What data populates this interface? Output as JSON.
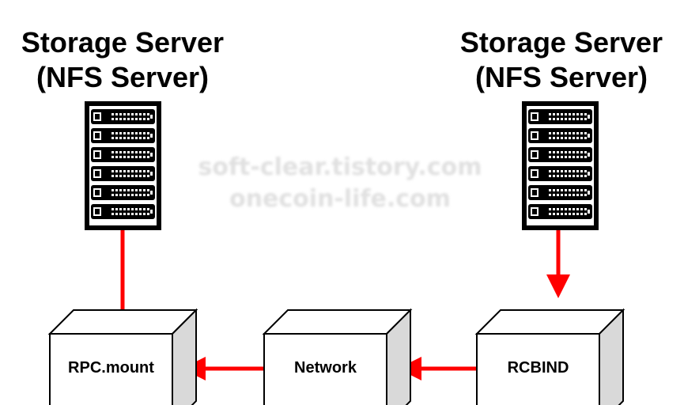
{
  "servers": {
    "left": {
      "line1": "Storage Server",
      "line2": "(NFS Server)"
    },
    "right": {
      "line1": "Storage Server",
      "line2": "(NFS Server)"
    }
  },
  "watermark": {
    "line1": "soft-clear.tistory.com",
    "line2": "onecoin-life.com"
  },
  "boxes": {
    "rpc_mount": "RPC.mount",
    "network": "Network",
    "rcbind": "RCBIND"
  },
  "colors": {
    "arrow": "#ff0000",
    "box_front": "#ffffff",
    "box_top": "#ffffff",
    "box_side": "#d9d9d9",
    "server_body": "#000000"
  }
}
